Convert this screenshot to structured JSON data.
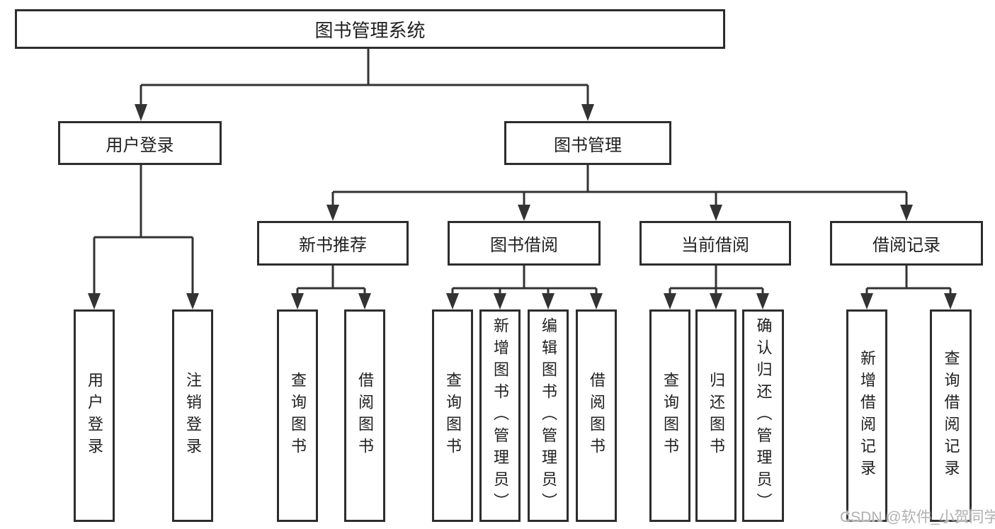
{
  "tree": {
    "root": "图书管理系统",
    "branches": [
      {
        "label": "用户登录",
        "children": [
          {
            "label": "用户登录"
          },
          {
            "label": "注销登录"
          }
        ]
      },
      {
        "label": "图书管理",
        "children": [
          {
            "label": "新书推荐",
            "children": [
              {
                "label": "查询图书"
              },
              {
                "label": "借阅图书"
              }
            ]
          },
          {
            "label": "图书借阅",
            "children": [
              {
                "label": "查询图书"
              },
              {
                "label": "新增图书（管理员）"
              },
              {
                "label": "编辑图书（管理员）"
              },
              {
                "label": "借阅图书"
              }
            ]
          },
          {
            "label": "当前借阅",
            "children": [
              {
                "label": "查询图书"
              },
              {
                "label": "归还图书"
              },
              {
                "label": "确认归还（管理员）"
              }
            ]
          },
          {
            "label": "借阅记录",
            "children": [
              {
                "label": "新增借阅记录"
              },
              {
                "label": "查询借阅记录"
              }
            ]
          }
        ]
      }
    ]
  },
  "watermark": {
    "text": "CSDN @软件_小贺同学"
  },
  "colors": {
    "line": "#333333",
    "box_border": "#2d2d2d",
    "text": "#1f1f1f",
    "background": "#ffffff",
    "watermark": "#b0b0b0"
  }
}
